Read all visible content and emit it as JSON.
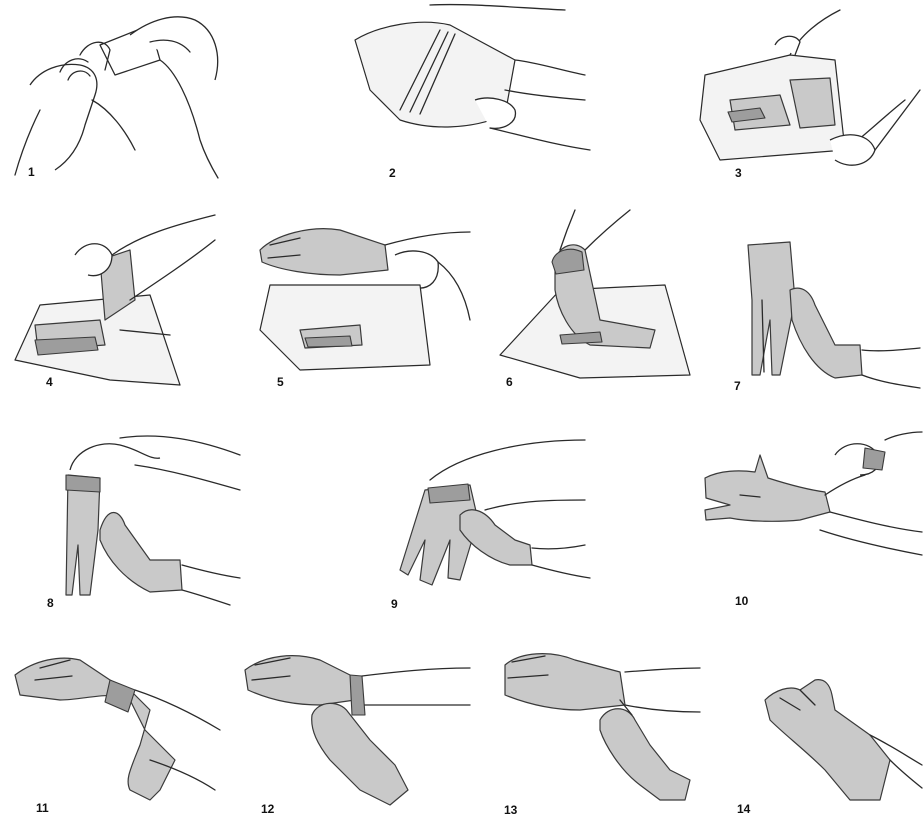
{
  "figure": {
    "steps": [
      {
        "label": "1"
      },
      {
        "label": "2"
      },
      {
        "label": "3"
      },
      {
        "label": "4"
      },
      {
        "label": "5"
      },
      {
        "label": "6"
      },
      {
        "label": "7"
      },
      {
        "label": "8"
      },
      {
        "label": "9"
      },
      {
        "label": "10"
      },
      {
        "label": "11"
      },
      {
        "label": "12"
      },
      {
        "label": "13"
      },
      {
        "label": "14"
      }
    ],
    "colors": {
      "glove": "#c9c9c9",
      "glove_dark": "#9d9d9d",
      "line": "#2a2a2a",
      "background": "#ffffff"
    }
  }
}
